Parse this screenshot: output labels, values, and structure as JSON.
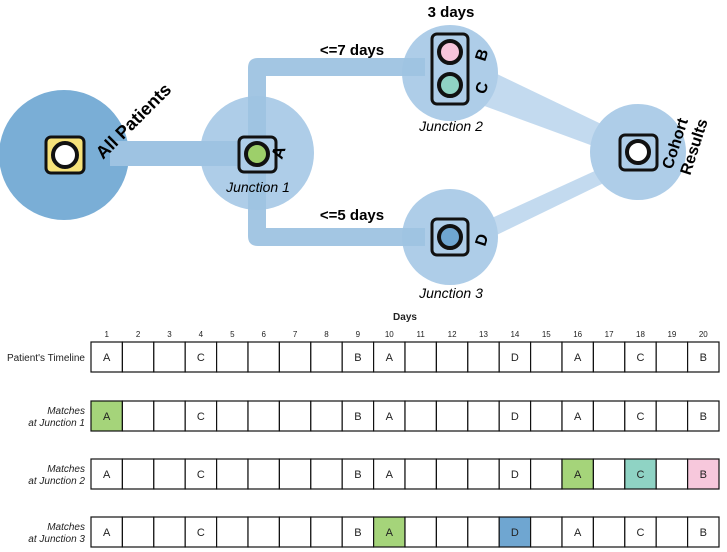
{
  "nodes": {
    "all_patients": {
      "label": "All Patients",
      "light_color": "#ffffff",
      "box_color": "#f6e27a"
    },
    "junction1": {
      "caption": "Junction 1",
      "letter": "A",
      "light_color": "#9dcf6a"
    },
    "junction2": {
      "caption": "Junction 2",
      "letters": [
        "B",
        "C"
      ],
      "light_colors": [
        "#f7c5db",
        "#8fd3c4"
      ],
      "top_label": "3 days"
    },
    "junction3": {
      "caption": "Junction 3",
      "letter": "D",
      "light_color": "#6fa6d1"
    },
    "cohort": {
      "label": "Cohort Results",
      "line1": "Cohort",
      "line2": "Results",
      "light_color": "#ffffff"
    }
  },
  "edges": {
    "upper_label": "<=7 days",
    "lower_label": "<=5 days"
  },
  "timeline": {
    "title": "Days",
    "days": [
      "1",
      "2",
      "3",
      "4",
      "5",
      "6",
      "7",
      "8",
      "9",
      "10",
      "11",
      "12",
      "13",
      "14",
      "15",
      "16",
      "17",
      "18",
      "19",
      "20"
    ],
    "rows": [
      {
        "label_lines": [
          "Patient's Timeline"
        ],
        "italic": false,
        "cells": [
          "A",
          "",
          "",
          "C",
          "",
          "",
          "",
          "",
          "B",
          "A",
          "",
          "",
          "",
          "D",
          "",
          "A",
          "",
          "C",
          "",
          "B"
        ],
        "highlights": {}
      },
      {
        "label_lines": [
          "Matches",
          "at Junction 1"
        ],
        "italic": true,
        "cells": [
          "A",
          "",
          "",
          "C",
          "",
          "",
          "",
          "",
          "B",
          "A",
          "",
          "",
          "",
          "D",
          "",
          "A",
          "",
          "C",
          "",
          "B"
        ],
        "highlights": {
          "0": "#a5d47a"
        }
      },
      {
        "label_lines": [
          "Matches",
          "at Junction 2"
        ],
        "italic": true,
        "cells": [
          "A",
          "",
          "",
          "C",
          "",
          "",
          "",
          "",
          "B",
          "A",
          "",
          "",
          "",
          "D",
          "",
          "A",
          "",
          "C",
          "",
          "B"
        ],
        "highlights": {
          "15": "#a5d47a",
          "17": "#8fd3c4",
          "19": "#f7c8dc"
        }
      },
      {
        "label_lines": [
          "Matches",
          "at Junction 3"
        ],
        "italic": true,
        "cells": [
          "A",
          "",
          "",
          "C",
          "",
          "",
          "",
          "",
          "B",
          "A",
          "",
          "",
          "",
          "D",
          "",
          "A",
          "",
          "C",
          "",
          "B"
        ],
        "highlights": {
          "9": "#a5d47a",
          "13": "#6fa6d1"
        }
      }
    ]
  },
  "colors": {
    "circle_big": "#7aaed6",
    "circle_small": "#aecde8",
    "path": "#9ec3e2",
    "beam": "#b9d4ec"
  }
}
